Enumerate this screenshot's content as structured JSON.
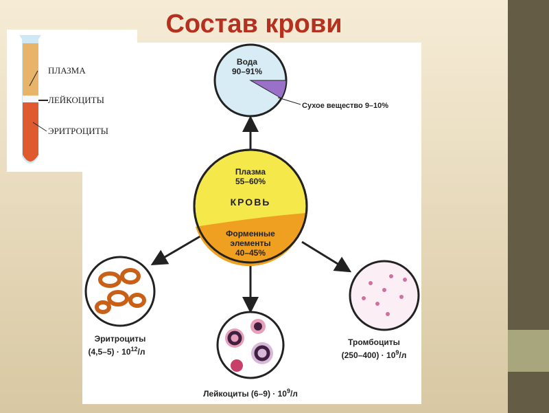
{
  "title": "Состав крови",
  "tube": {
    "plasma": "ПЛАЗМА",
    "leukocytes": "ЛЕЙКОЦИТЫ",
    "erythrocytes": "ЭРИТРОЦИТЫ"
  },
  "diagram": {
    "center_label": "КРОВЬ",
    "plasma": {
      "label": "Плазма",
      "value": "55–60%"
    },
    "formed": {
      "label1": "Форменные",
      "label2": "элементы",
      "value": "40–45%"
    },
    "water": {
      "label": "Вода",
      "value": "90–91%"
    },
    "dry": "Сухое вещество 9–10%",
    "erythrocytes": {
      "label": "Эритроциты",
      "value": "(4,5–5) · 10",
      "exp": "12",
      "unit": "/л"
    },
    "leukocytes": {
      "label": "Лейкоциты (6–9) · 10",
      "exp": "9",
      "unit": "/л"
    },
    "platelets": {
      "label": "Тромбоциты",
      "value": "(250–400) · 10",
      "exp": "9",
      "unit": "/л"
    }
  },
  "colors": {
    "title": "#b5301e",
    "plasma": "#f5e84a",
    "formed": "#f0a020",
    "water": "#d8ecf6",
    "dry": "#9a70c8"
  }
}
